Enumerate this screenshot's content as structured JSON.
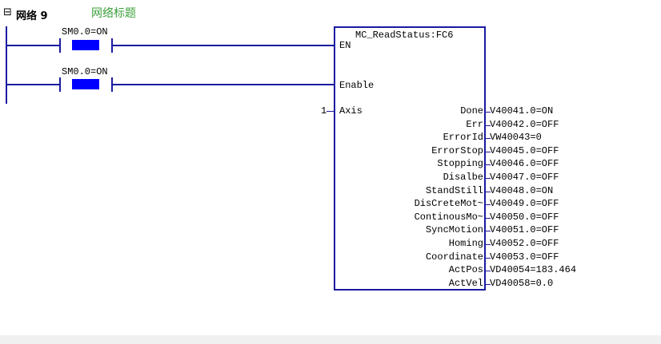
{
  "network": {
    "collapse_symbol": "⊟",
    "label": "网络 9",
    "title": "网络标题"
  },
  "rungs": [
    {
      "contact_label": "SM0.0=ON"
    },
    {
      "contact_label": "SM0.0=ON"
    }
  ],
  "function_block": {
    "title": "MC_ReadStatus:FC6",
    "inputs": {
      "en": "EN",
      "enable": "Enable",
      "axis": "Axis",
      "axis_value": "1"
    },
    "outputs": [
      {
        "pin": "Done",
        "value": "V40041.0=ON"
      },
      {
        "pin": "Err",
        "value": "V40042.0=OFF"
      },
      {
        "pin": "ErrorId",
        "value": "VW40043=0"
      },
      {
        "pin": "ErrorStop",
        "value": "V40045.0=OFF"
      },
      {
        "pin": "Stopping",
        "value": "V40046.0=OFF"
      },
      {
        "pin": "Disalbe",
        "value": "V40047.0=OFF"
      },
      {
        "pin": "StandStill",
        "value": "V40048.0=ON"
      },
      {
        "pin": "DisCreteMot~",
        "value": "V40049.0=OFF"
      },
      {
        "pin": "ContinousMo~",
        "value": "V40050.0=OFF"
      },
      {
        "pin": "SyncMotion",
        "value": "V40051.0=OFF"
      },
      {
        "pin": "Homing",
        "value": "V40052.0=OFF"
      },
      {
        "pin": "Coordinate",
        "value": "V40053.0=OFF"
      },
      {
        "pin": "ActPos",
        "value": "VD40054=183.464"
      },
      {
        "pin": "ActVel",
        "value": "VD40058=0.0"
      }
    ]
  },
  "colors": {
    "wire": "#1a1aa0",
    "contact_active": "#0000ff",
    "title_green": "#3ca03c"
  }
}
